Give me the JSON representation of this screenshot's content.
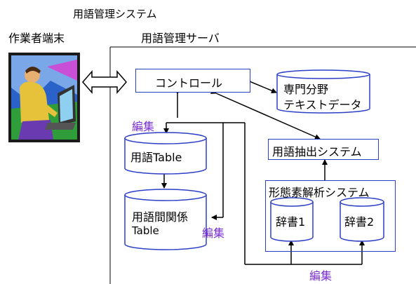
{
  "title": "用語管理システム",
  "terminal_label": "作業者端末",
  "server_label": "用語管理サーバ",
  "control_label": "コントロール",
  "corpus": {
    "line1": "専門分野",
    "line2": "テキストデータ"
  },
  "term_table": {
    "line1": "用語",
    "line2": "Table"
  },
  "relation_table": {
    "line1": "用語間関係",
    "line2": "Table"
  },
  "extraction_label": "用語抽出システム",
  "morph_label": "形態素解析システム",
  "dict1_label": "辞書1",
  "dict2_label": "辞書2",
  "edit_label": "編集",
  "colors": {
    "box_border": "#2c3fc7",
    "edit_text": "#7b2fd0",
    "cylinder_fill": "#ffffff"
  }
}
